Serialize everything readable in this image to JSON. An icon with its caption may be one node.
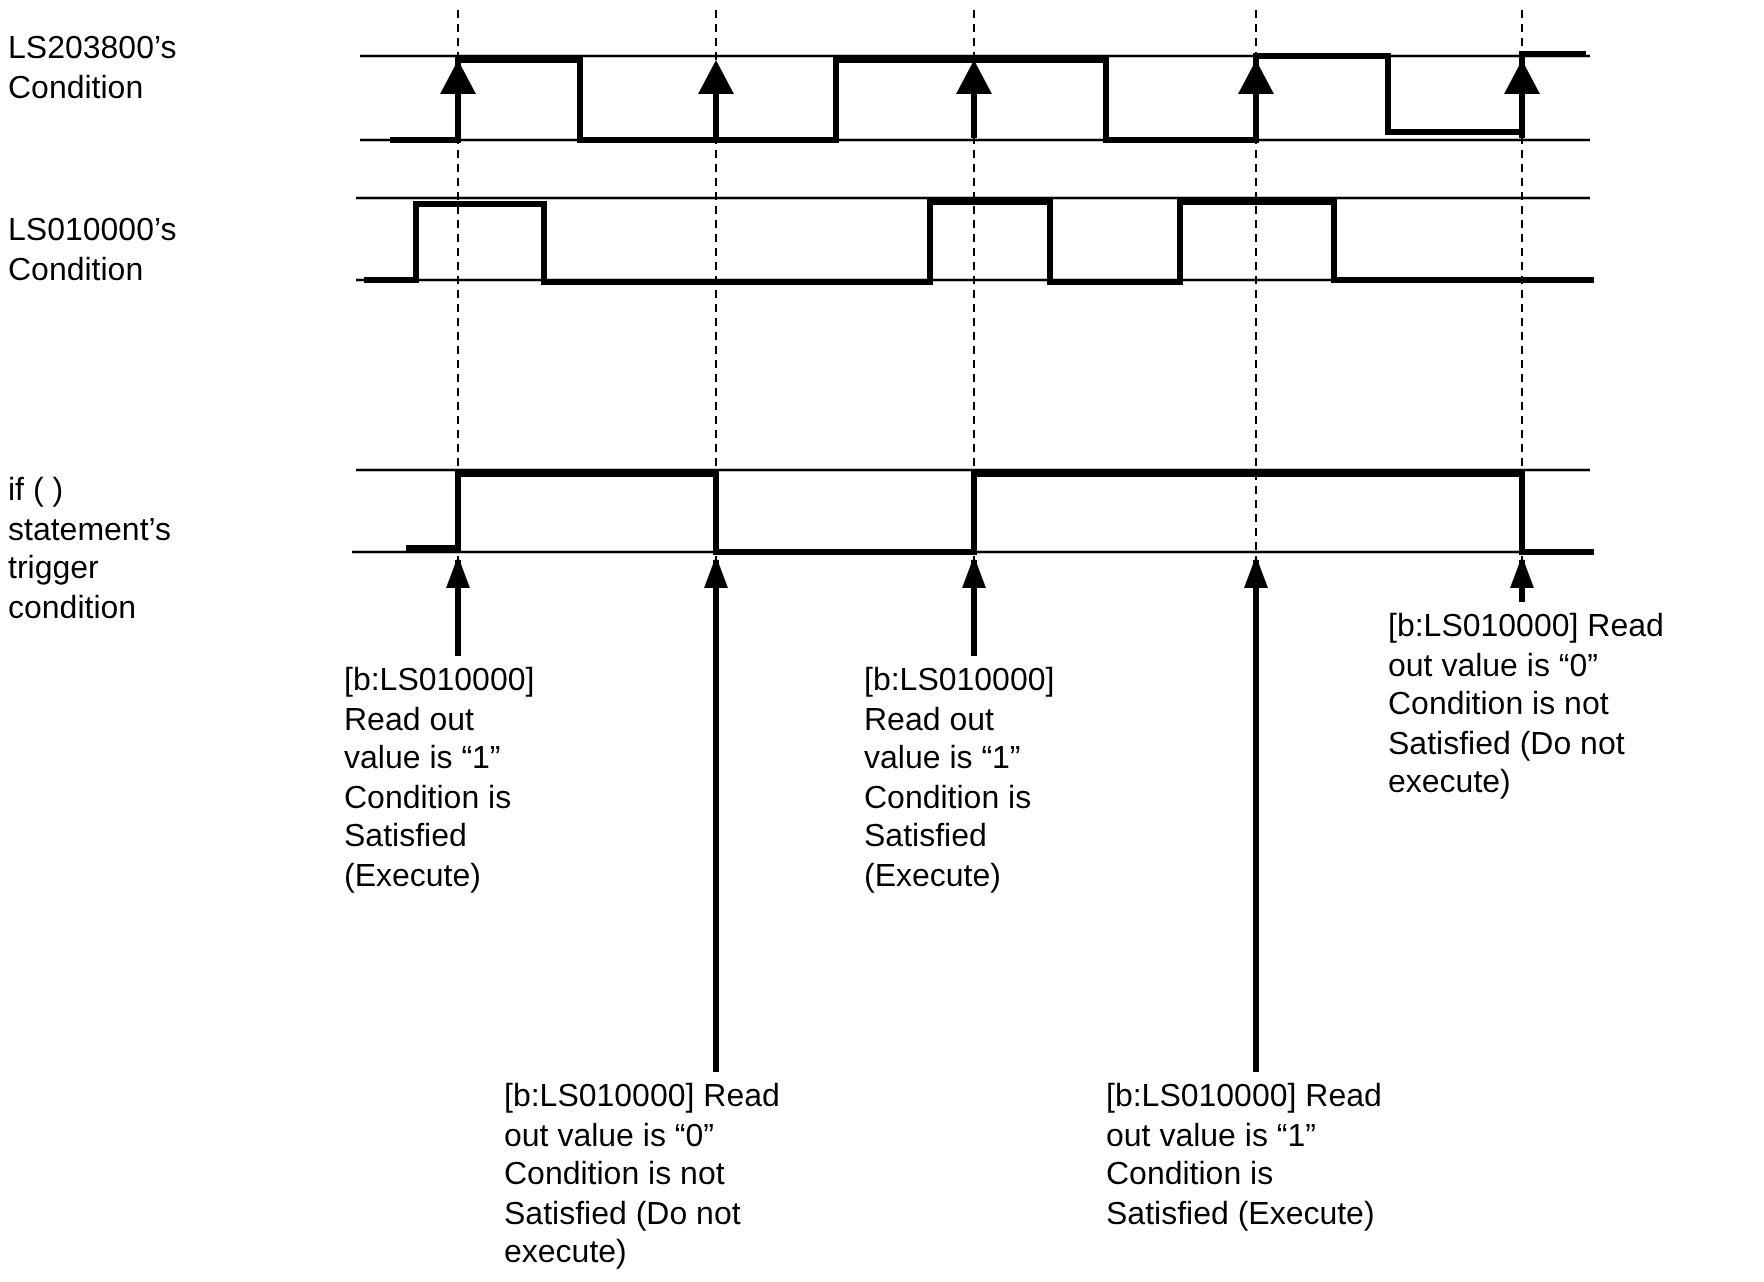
{
  "diagram": {
    "nodes": [
      {
        "text": [],
        "shape": "picture"
      },
      {
        "text": [
          "[b:LS010000] Read out value is “1” Condition is Satisfied (Execute)"
        ]
      },
      {
        "text": [
          "[b:LS010000] Read out value is “0” Condition is not Satisfied (Do not execute)"
        ]
      },
      {
        "text": [
          "[b:LS010000] Read out value is “1” Condition is Satisfied (Execute)"
        ]
      },
      {
        "text": [
          "[b:LS010000] Read out value is “1” Condition is Satisfied (Execute)"
        ]
      },
      {
        "text": [
          "[b:LS010000] Read out value is “0” Condition is not Satisfied (Do not execute)"
        ]
      }
    ],
    "edges": [
      {
        "from": 1,
        "to": 0,
        "arrow": "to"
      },
      {
        "from": 2,
        "to": 0,
        "arrow": "to"
      },
      {
        "from": 3,
        "to": 0,
        "arrow": "to"
      },
      {
        "from": 4,
        "to": 0,
        "arrow": "to"
      },
      {
        "from": 5,
        "to": 0,
        "arrow": "to"
      }
    ],
    "labels": [
      "LS203800’s Condition",
      "LS010000’s Condition",
      "if ( ) statement’s trigger condition"
    ]
  }
}
